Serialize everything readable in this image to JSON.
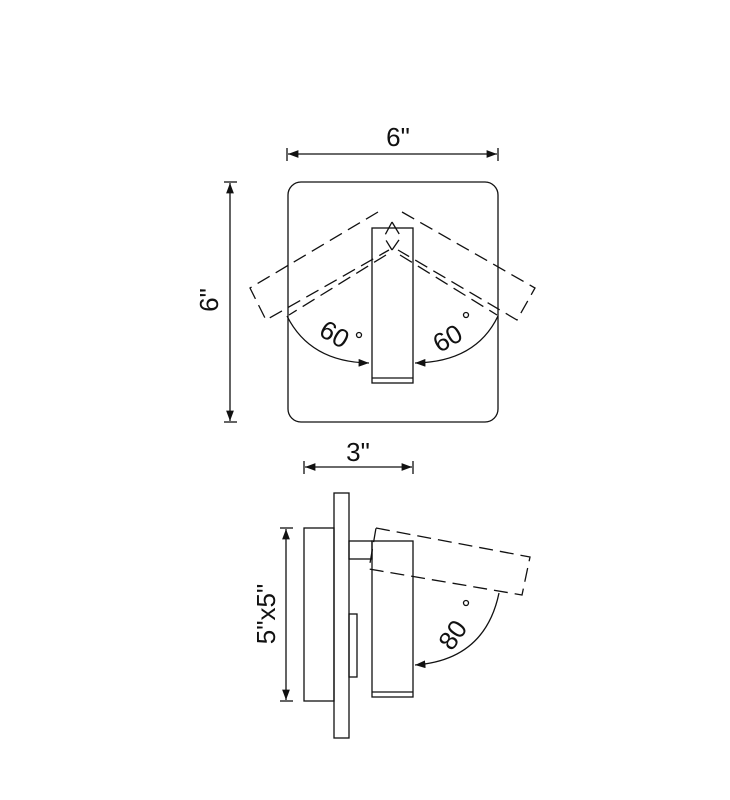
{
  "front_view": {
    "width_label": "6\"",
    "height_label": "6\"",
    "left_angle": "60",
    "right_angle": "60"
  },
  "side_view": {
    "depth_label": "3\"",
    "canopy_label": "5\"x5\"",
    "tilt_angle": "80"
  }
}
